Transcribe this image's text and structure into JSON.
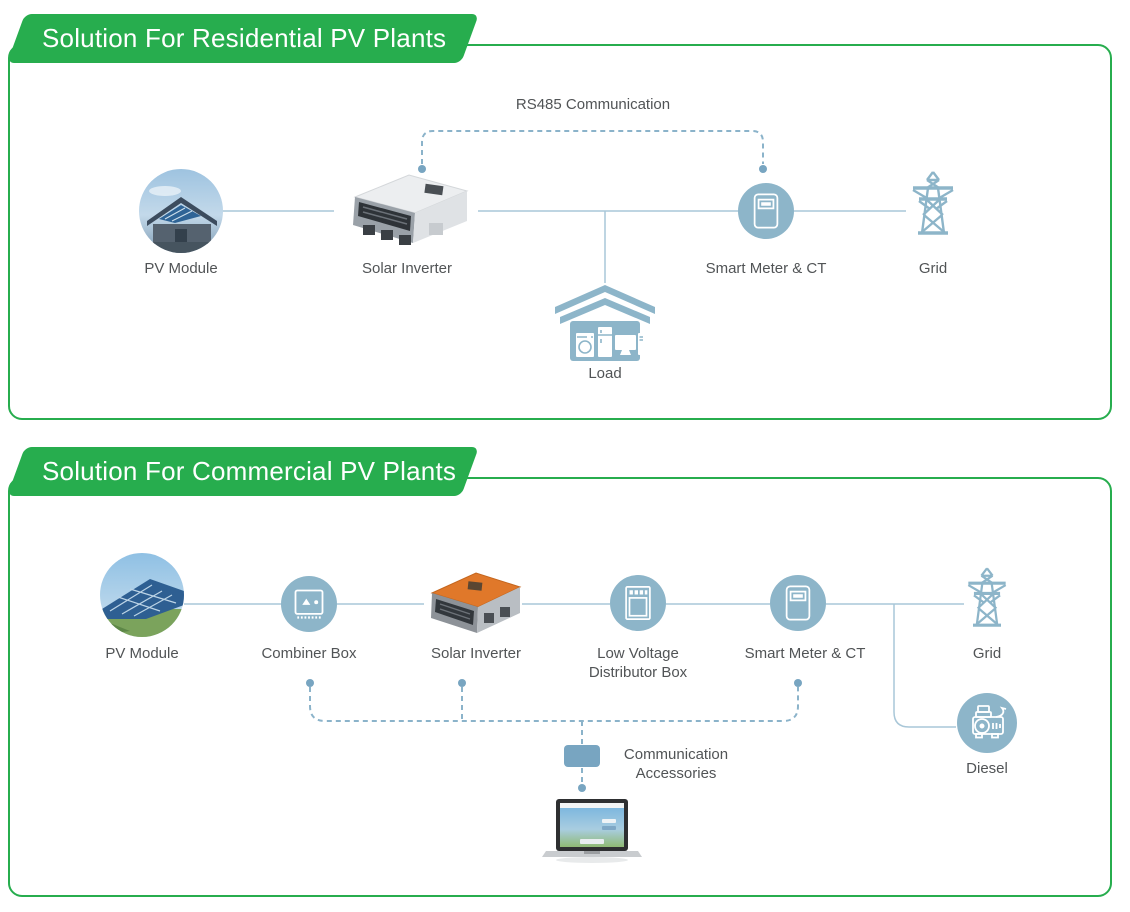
{
  "colors": {
    "green": "#27ad4e",
    "circle": "#8db5c9",
    "line": "#a9c7d8",
    "dash": "#8bb3ca",
    "dot": "#78a5c1",
    "text": "#515456",
    "banner-text": "#ffffff"
  },
  "sections": [
    {
      "title": "Solution For Residential PV Plants",
      "annotation": "RS485 Communication",
      "nodes": {
        "pv": "PV Module",
        "inverter": "Solar Inverter",
        "meter": "Smart Meter & CT",
        "grid": "Grid",
        "load": "Load"
      }
    },
    {
      "title": "Solution For Commercial PV Plants",
      "nodes": {
        "pv": "PV Module",
        "combiner": "Combiner Box",
        "inverter": "Solar Inverter",
        "lv_line1": "Low Voltage",
        "lv_line2": "Distributor Box",
        "meter": "Smart Meter & CT",
        "grid": "Grid",
        "diesel": "Diesel",
        "comm_line1": "Communication",
        "comm_line2": "Accessories"
      }
    }
  ]
}
